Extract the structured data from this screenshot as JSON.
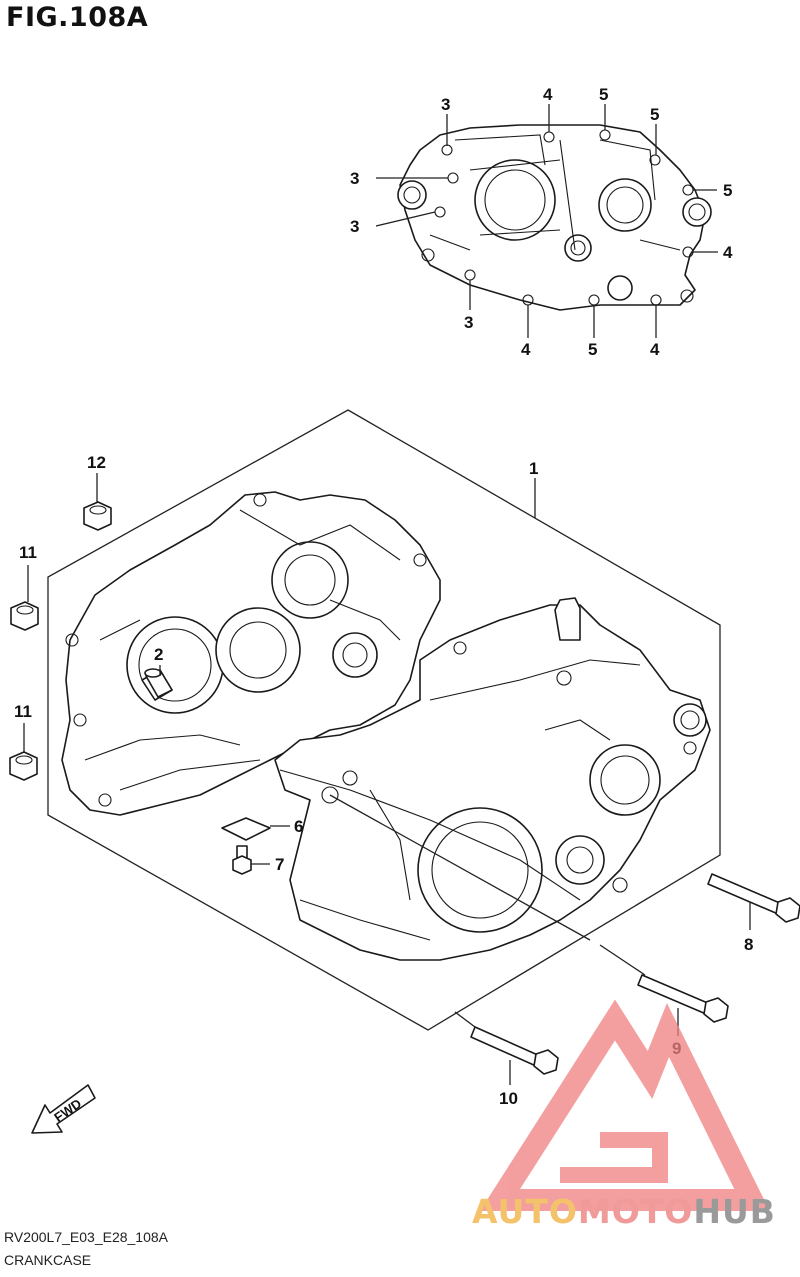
{
  "figure": {
    "title": "FIG.108A",
    "code": "RV200L7_E03_E28_108A",
    "caption": "CRANKCASE",
    "fwd_label": "FWD"
  },
  "watermark": {
    "part1": "AUTO",
    "part2": "MOTO",
    "part3": "HUB",
    "colors": {
      "auto": "#f4c26b",
      "moto": "#f09a9a",
      "hub": "#9a9a9a",
      "logo": "#f08080"
    }
  },
  "callouts": {
    "c1": "1",
    "c2": "2",
    "c6": "6",
    "c7": "7",
    "c8": "8",
    "c9": "9",
    "c10": "10",
    "c11a": "11",
    "c11b": "11",
    "c12": "12",
    "d3a": "3",
    "d4a": "4",
    "d5a": "5",
    "d5b": "5",
    "d3b": "3",
    "d5c": "5",
    "d3c": "3",
    "d4b": "4",
    "d3d": "3",
    "d4c": "4",
    "d5d": "5",
    "d4d": "4"
  }
}
